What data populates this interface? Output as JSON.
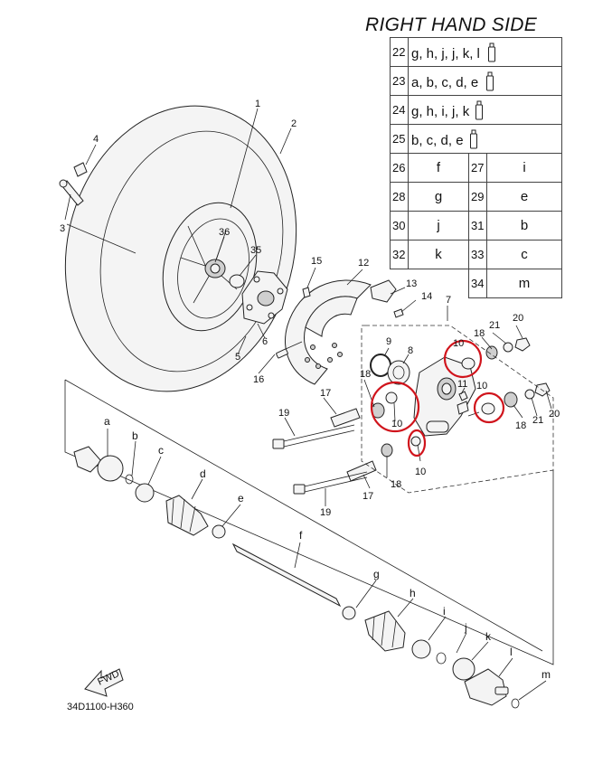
{
  "title": "RIGHT HAND SIDE",
  "drawing_code": "34D1100-H360",
  "fwd_label": "FWD",
  "kits": [
    {
      "num": "22",
      "letters": "g, h, j, j, k, l"
    },
    {
      "num": "23",
      "letters": "a, b, c, d, e"
    },
    {
      "num": "24",
      "letters": "g, h, i, j, k"
    },
    {
      "num": "25",
      "letters": "b, c, d, e"
    }
  ],
  "pairs": [
    [
      {
        "num": "26",
        "letter": "f"
      },
      {
        "num": "27",
        "letter": "i"
      }
    ],
    [
      {
        "num": "28",
        "letter": "g"
      },
      {
        "num": "29",
        "letter": "e"
      }
    ],
    [
      {
        "num": "30",
        "letter": "j"
      },
      {
        "num": "31",
        "letter": "b"
      }
    ],
    [
      {
        "num": "32",
        "letter": "k"
      },
      {
        "num": "33",
        "letter": "c"
      }
    ],
    [
      null,
      {
        "num": "34",
        "letter": "m"
      }
    ]
  ],
  "callouts": {
    "n1": "1",
    "n2": "2",
    "n3": "3",
    "n4": "4",
    "n5": "5",
    "n6": "6",
    "n7": "7",
    "n8": "8",
    "n9": "9",
    "n10a": "10",
    "n10b": "10",
    "n10c": "10",
    "n10d": "10",
    "n11": "11",
    "n12": "12",
    "n13": "13",
    "n14": "14",
    "n15": "15",
    "n16": "16",
    "n17a": "17",
    "n17b": "17",
    "n18a": "18",
    "n18b": "18",
    "n18c": "18",
    "n18d": "18",
    "n19a": "19",
    "n19b": "19",
    "n20a": "20",
    "n20b": "20",
    "n21a": "21",
    "n21b": "21",
    "n35": "35",
    "n36": "36",
    "la": "a",
    "lb": "b",
    "lc": "c",
    "ld": "d",
    "le": "e",
    "lf": "f",
    "lg": "g",
    "lh": "h",
    "li": "i",
    "lj": "j",
    "lk": "k",
    "ll": "l",
    "lm": "m"
  }
}
